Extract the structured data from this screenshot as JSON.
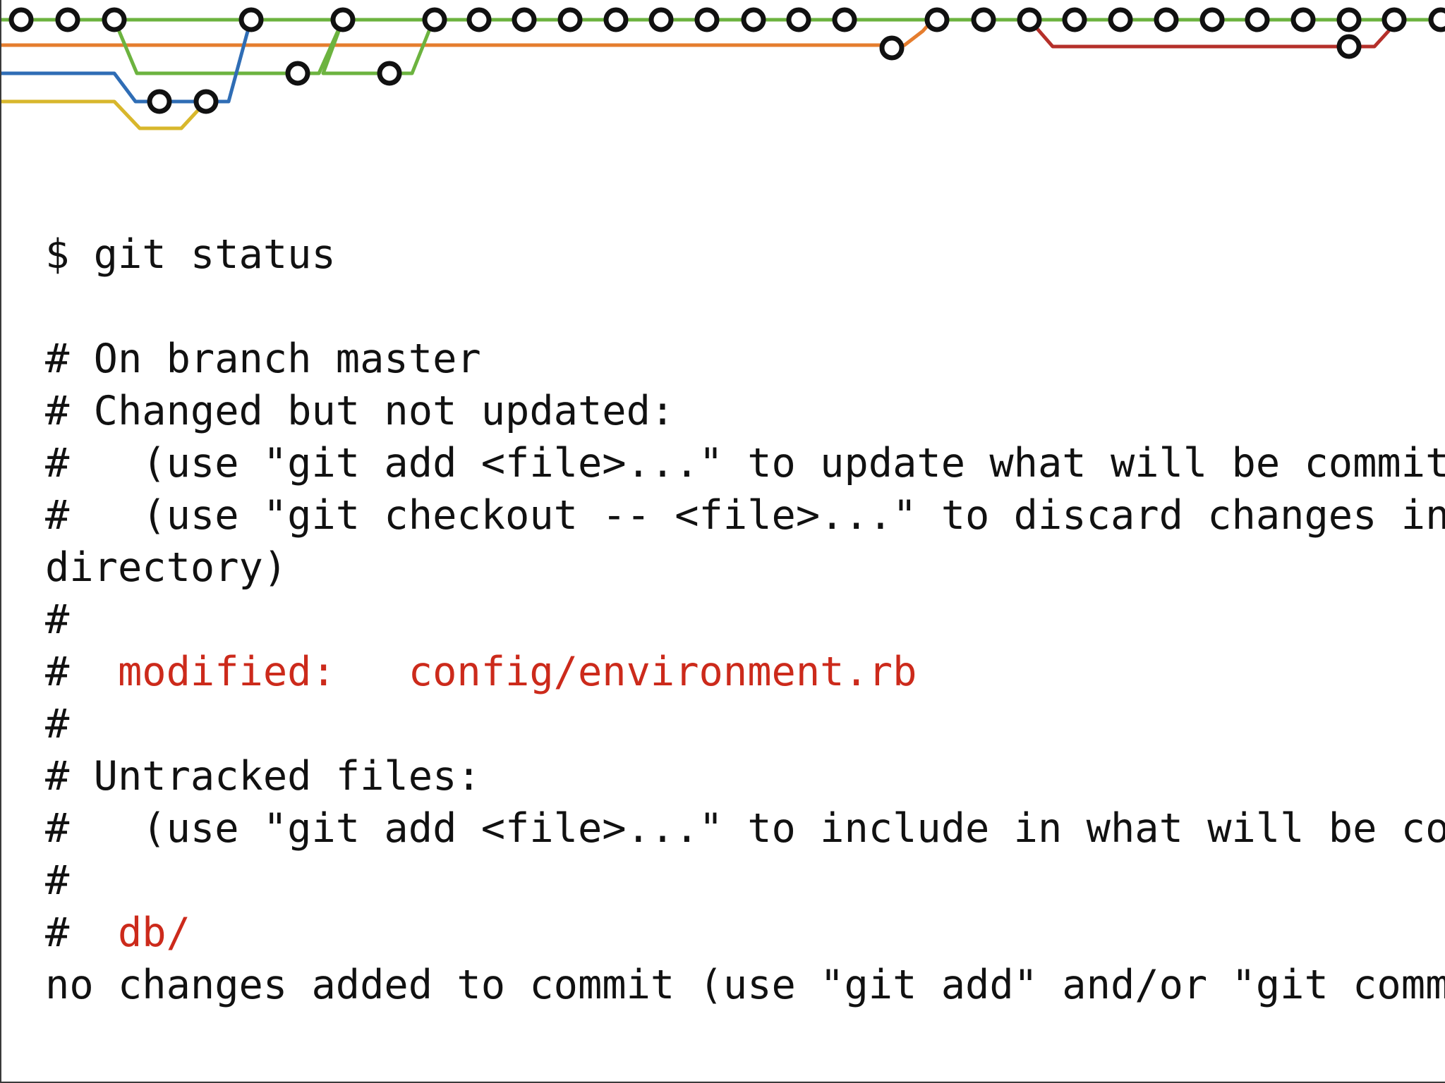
{
  "graph": {
    "colors": {
      "green": "#6cb33f",
      "orange": "#e57d2e",
      "blue": "#2f6db5",
      "yellow": "#d8b72c",
      "red": "#b5302a",
      "node_fill": "#ffffff",
      "node_stroke": "#111111"
    }
  },
  "terminal": {
    "prompt": "$ git status",
    "lines": [
      "# On branch master",
      "# Changed but not updated:",
      "#   (use \"git add <file>...\" to update what will be committed)",
      "#   (use \"git checkout -- <file>...\" to discard changes in working",
      "directory)",
      "#"
    ],
    "modified_prefix": "#  ",
    "modified_label": "modified:   config/environment.rb",
    "lines2": [
      "#",
      "# Untracked files:",
      "#   (use \"git add <file>...\" to include in what will be committed)",
      "#"
    ],
    "untracked_prefix": "#  ",
    "untracked_label": "db/",
    "summary": "no changes added to commit (use \"git add\" and/or \"git commit -a\")"
  }
}
